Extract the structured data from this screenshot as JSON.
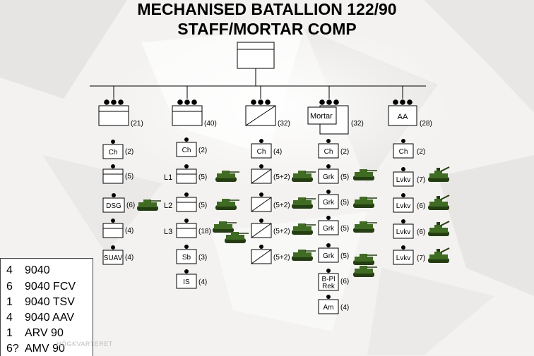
{
  "title": {
    "line1": "MECHANISED BATALLION 122/90",
    "line2": "STAFF/MORTAR COMP"
  },
  "columns": [
    {
      "id": "staff",
      "unit_label": "",
      "count": "(21)",
      "symbol": "staff-company"
    },
    {
      "id": "rifle",
      "unit_label": "",
      "count": "(40)",
      "symbol": "infantry-company"
    },
    {
      "id": "armour",
      "unit_label": "",
      "count": "(32)",
      "symbol": "armour-company"
    },
    {
      "id": "mortar",
      "unit_label": "Mortar",
      "count": "(32)",
      "symbol": "mortar-company"
    },
    {
      "id": "aa",
      "unit_label": "AA",
      "count": "(28)",
      "symbol": "aa-company"
    }
  ],
  "staff_column": [
    {
      "label": "Ch",
      "count": "(2)"
    },
    {
      "label": "",
      "count": "(5)"
    },
    {
      "label": "DSG",
      "count": "(6)"
    },
    {
      "label": "",
      "count": "(4)"
    },
    {
      "label": "SUAV",
      "count": "(4)"
    }
  ],
  "rifle_column": [
    {
      "side": "",
      "label": "Ch",
      "count": "(2)"
    },
    {
      "side": "L1",
      "label": "",
      "count": "(5)"
    },
    {
      "side": "L2",
      "label": "",
      "count": "(5)"
    },
    {
      "side": "L3",
      "label": "",
      "count": "(18)"
    },
    {
      "side": "",
      "label": "Sb",
      "count": "(3)"
    },
    {
      "side": "",
      "label": "IS",
      "count": "(4)"
    }
  ],
  "armour_column": [
    {
      "label": "Ch",
      "count": "(4)"
    },
    {
      "label": "",
      "count": "(5+2)"
    },
    {
      "label": "",
      "count": "(5+2)"
    },
    {
      "label": "",
      "count": "(5+2)"
    },
    {
      "label": "",
      "count": "(5+2)"
    }
  ],
  "mortar_column": [
    {
      "label": "Ch",
      "count": "(2)"
    },
    {
      "label": "Grk",
      "count": "(5)"
    },
    {
      "label": "Grk",
      "count": "(5)"
    },
    {
      "label": "Grk",
      "count": "(5)"
    },
    {
      "label": "Grk",
      "count": "(5)"
    },
    {
      "label": "B-Pl Rek",
      "count": "(6)"
    },
    {
      "label": "Am",
      "count": "(4)"
    }
  ],
  "aa_column": [
    {
      "label": "Ch",
      "count": "(2)"
    },
    {
      "label": "Lvkv",
      "count": "(7)"
    },
    {
      "label": "Lvkv",
      "count": "(6)"
    },
    {
      "label": "Lvkv",
      "count": "(6)"
    },
    {
      "label": "Lvkv",
      "count": "(7)"
    }
  ],
  "legend": [
    {
      "qty": "4",
      "vehicle": "9040"
    },
    {
      "qty": "6",
      "vehicle": "9040 FCV"
    },
    {
      "qty": "1",
      "vehicle": "9040 TSV"
    },
    {
      "qty": "4",
      "vehicle": "9040 AAV"
    },
    {
      "qty": "1",
      "vehicle": "ARV 90"
    },
    {
      "qty": "6?",
      "vehicle": "AMV 90"
    }
  ],
  "watermark": "HÖGKVARTERET",
  "colors": {
    "vehicle_green": "#3f6b22",
    "vehicle_dark": "#243d12",
    "line": "#000000",
    "background": "#f2f1ef"
  },
  "icons": {
    "vehicle": "cv90-vehicle-icon",
    "aa_vehicle": "cv90-aa-vehicle-icon",
    "mortar_vehicle": "cv90-mortar-vehicle-icon"
  }
}
